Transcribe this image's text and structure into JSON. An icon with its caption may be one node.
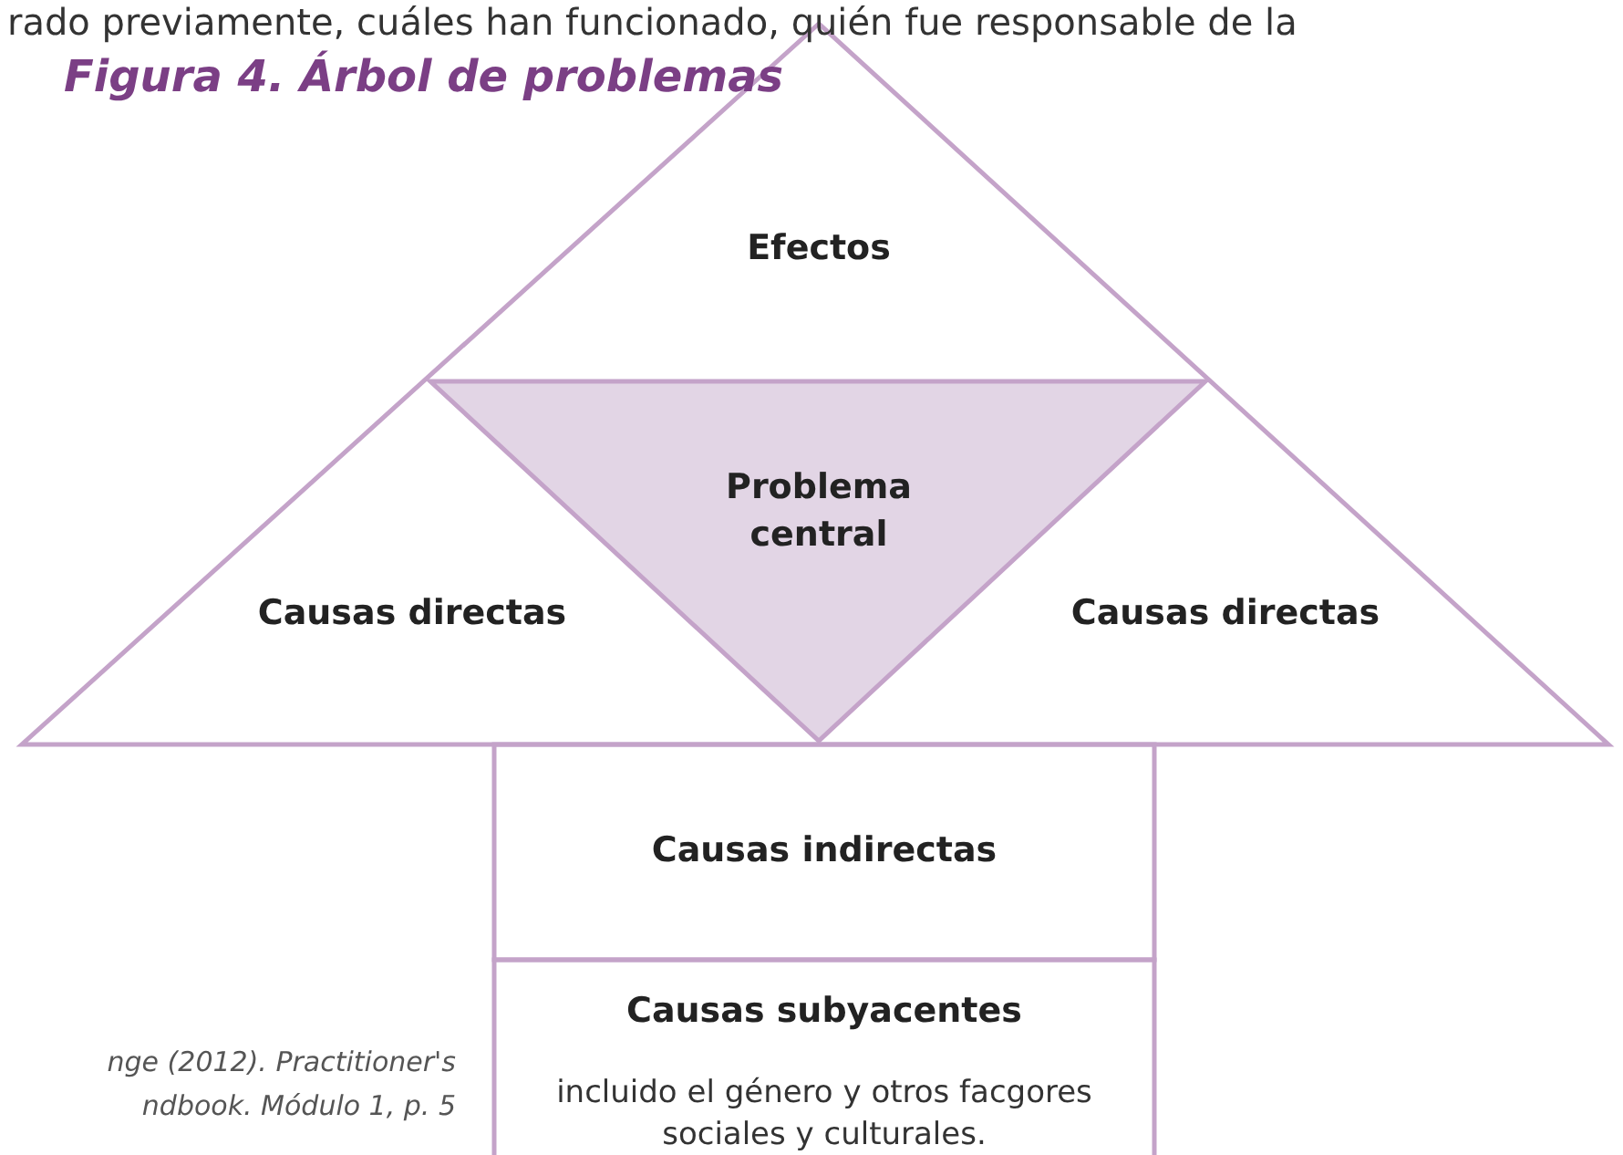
{
  "diagram": {
    "title": "Figura 4. Árbol de problemas",
    "caption": "nge (2012). Practitioner's ndbook. Módulo 1, p. 5",
    "nodes": [
      {
        "text": [
          "Efectos"
        ]
      },
      {
        "text": [
          "Problema central"
        ],
        "in": 0
      },
      {
        "text": [
          "Causas directas"
        ],
        "in": 0
      },
      {
        "text": [
          "Causas directas"
        ],
        "in": 0
      },
      {
        "text": [
          "Causas indirectas"
        ]
      },
      {
        "text": [
          "Causas subyacentes",
          "incluido el género y otros facgores sociales y culturales."
        ]
      }
    ],
    "labels": [
      "rado previamente, cuáles han funcionado, quién fue responsable de la"
    ]
  }
}
